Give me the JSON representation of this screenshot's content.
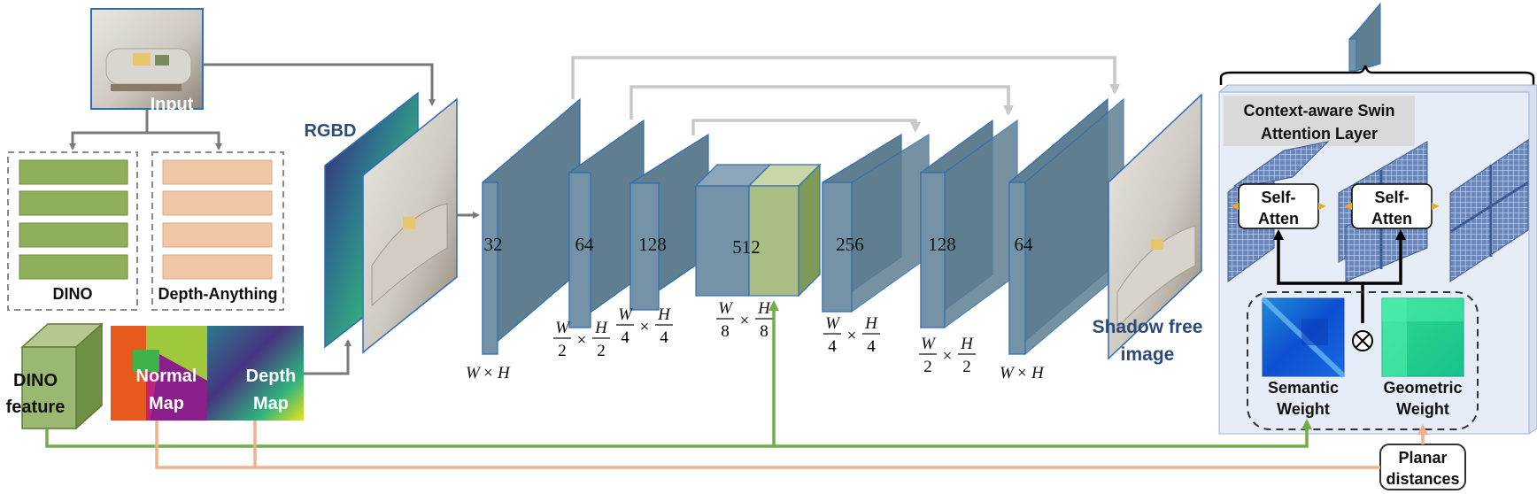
{
  "input": {
    "label": "Input"
  },
  "encoders": {
    "dino": "DINO",
    "depth_anything": "Depth-Anything"
  },
  "dino_feature": {
    "label_line1": "DINO",
    "label_line2": "feature"
  },
  "normal_map": {
    "line1": "Normal",
    "line2": "Map"
  },
  "depth_map": {
    "line1": "Depth",
    "line2": "Map"
  },
  "rgbd": {
    "label": "RGBD"
  },
  "unet": {
    "layers": [
      "32",
      "64",
      "128",
      "512",
      "256",
      "128",
      "64"
    ],
    "dims": {
      "d1": {
        "a": "W",
        "op": "×",
        "b": "H"
      },
      "d2": {
        "an": "W",
        "ad": "2",
        "op": "×",
        "bn": "H",
        "bd": "2"
      },
      "d3": {
        "an": "W",
        "ad": "4",
        "op": "×",
        "bn": "H",
        "bd": "4"
      },
      "d4": {
        "an": "W",
        "ad": "8",
        "op": "×",
        "bn": "H",
        "bd": "8"
      },
      "d5": {
        "an": "W",
        "ad": "4",
        "op": "×",
        "bn": "H",
        "bd": "4"
      },
      "d6": {
        "an": "W",
        "ad": "2",
        "op": "×",
        "bn": "H",
        "bd": "2"
      },
      "d7": {
        "a": "W",
        "op": "×",
        "b": "H"
      }
    }
  },
  "output": {
    "line1": "Shadow free",
    "line2": "image"
  },
  "attention_panel": {
    "title_line1": "Context-aware Swin",
    "title_line2": "Attention Layer",
    "self_atten_line1": "Self-",
    "self_atten_line2": "Atten",
    "semantic_line1": "Semantic",
    "semantic_line2": "Weight",
    "geometric_line1": "Geometric",
    "geometric_line2": "Weight",
    "operator": "⊗"
  },
  "planar": {
    "line1": "Planar",
    "line2": "distances"
  },
  "colors": {
    "layer_blue": "#5f7f91",
    "layer_green": "#9bb27a",
    "dino_green": "#8fae5c",
    "depth_peach": "#f0c7a6",
    "skip_gray": "#c8c8c8",
    "arrow_gray": "#7a7a7a",
    "green_line": "#72ad4a",
    "orange_line": "#f0b08a",
    "title_blue": "#2e4a7a",
    "panel_bg": "#e7edf7"
  }
}
